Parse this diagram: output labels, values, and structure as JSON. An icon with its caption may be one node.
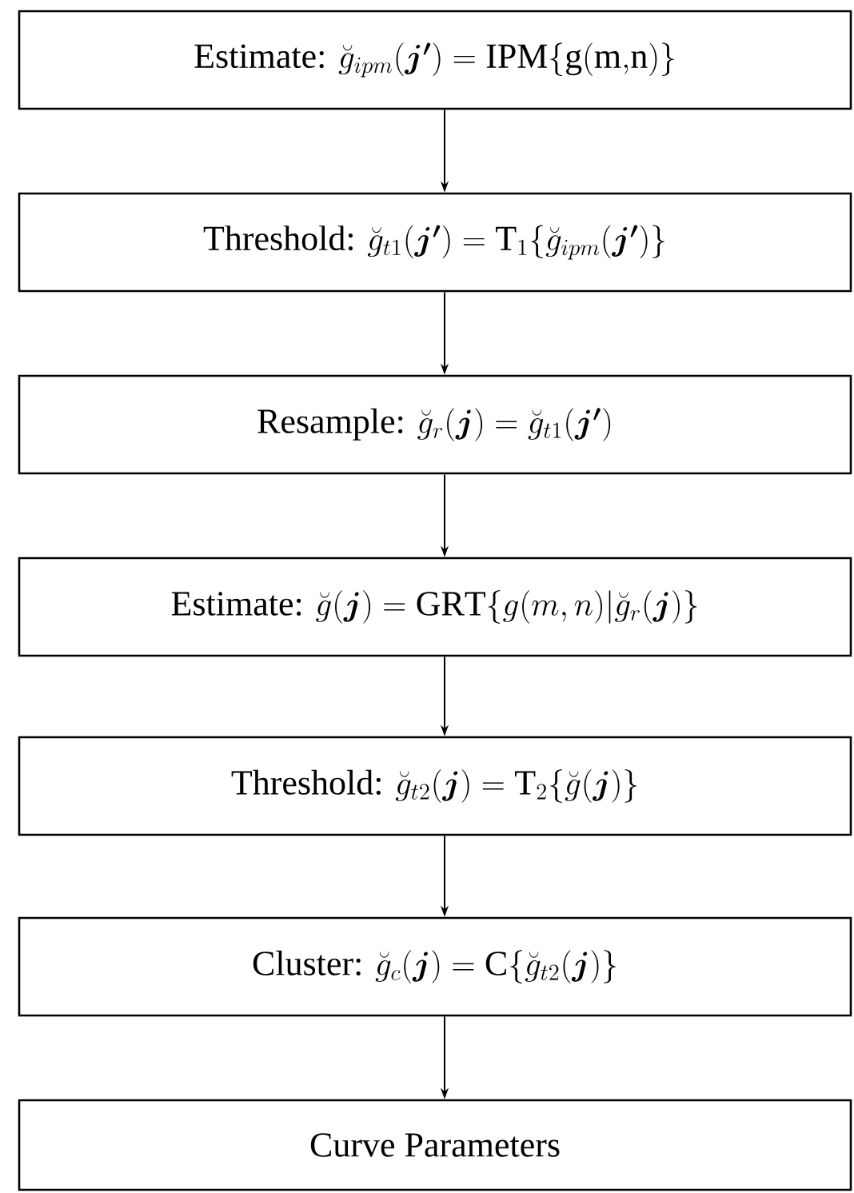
{
  "diagram": {
    "nodes": [
      {
        "text": [
          "\\text{Estimate: }\\breve{g}_{ipm}(\\boldsymbol{j'}) = \\mathrm{IPM}\\{\\mathrm{g(m{,}n)}\\}"
        ]
      },
      {
        "text": [
          "\\text{Threshold: }\\breve{g}_{t1}(\\boldsymbol{j'}) = \\mathrm{T}_1\\{\\breve{g}_{ipm}(\\boldsymbol{j'})\\}"
        ]
      },
      {
        "text": [
          "\\text{Resample: }\\breve{g}_{r}(\\boldsymbol{j}) = \\breve{g}_{t1}(\\boldsymbol{j'})"
        ]
      },
      {
        "text": [
          "\\text{Estimate: }\\breve{g}(\\boldsymbol{j}) = \\mathrm{GRT}\\{g(m,n)|\\breve{g}_{r}(\\boldsymbol{j})\\}"
        ]
      },
      {
        "text": [
          "\\text{Threshold: }\\breve{g}_{t2}(\\boldsymbol{j}) = \\mathrm{T}_2\\{\\breve{g}(\\boldsymbol{j})\\}"
        ]
      },
      {
        "text": [
          "\\text{Cluster: }\\breve{g}_{c}(\\boldsymbol{j}) = \\mathrm{C}\\{\\breve{g}_{t2}(\\boldsymbol{j})\\}"
        ]
      },
      {
        "text": [
          "Curve  Parameters"
        ]
      }
    ],
    "edges": [
      {
        "from": 0,
        "to": 1,
        "arrow": "to"
      },
      {
        "from": 1,
        "to": 2,
        "arrow": "to"
      },
      {
        "from": 2,
        "to": 3,
        "arrow": "to"
      },
      {
        "from": 3,
        "to": 4,
        "arrow": "to"
      },
      {
        "from": 4,
        "to": 5,
        "arrow": "to"
      },
      {
        "from": 5,
        "to": 6,
        "arrow": "to"
      }
    ]
  }
}
